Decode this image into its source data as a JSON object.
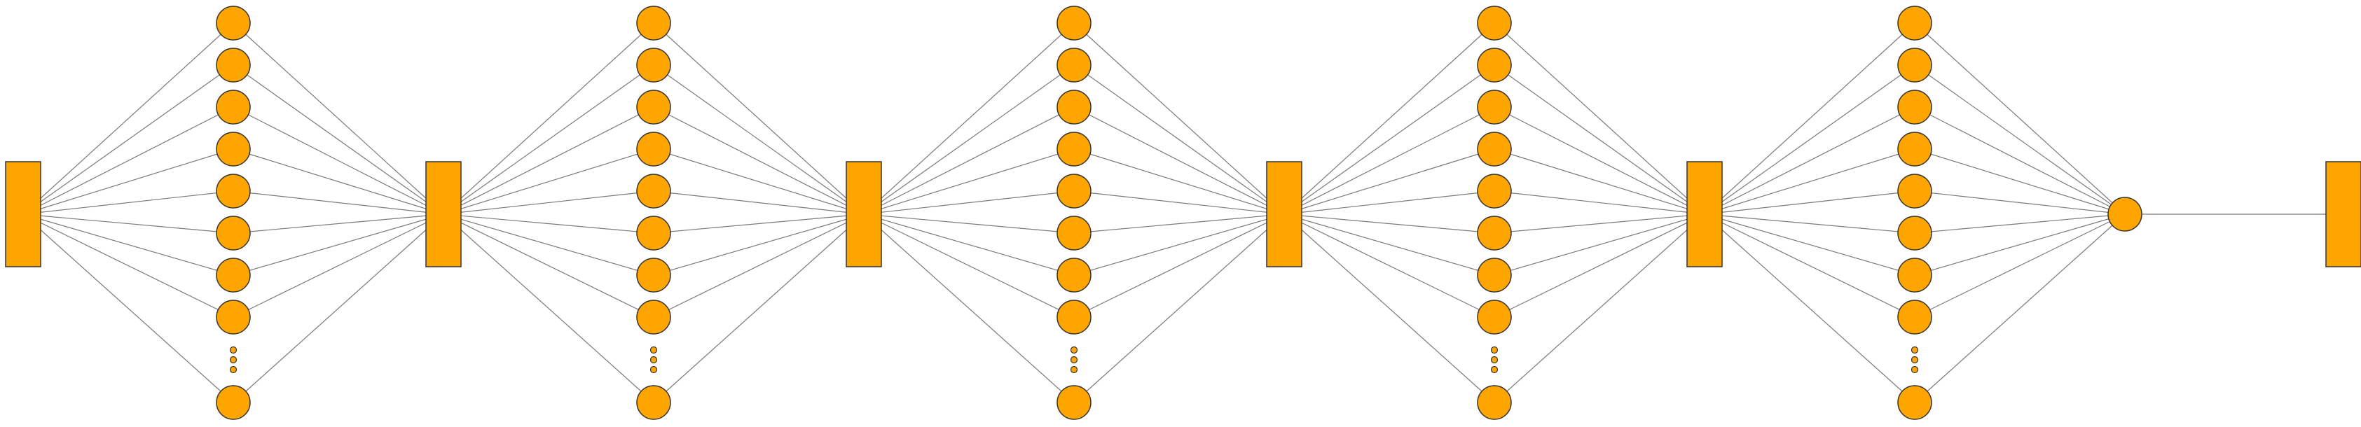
{
  "diagram": {
    "style": {
      "node_fill": "#FFA500",
      "node_stroke": "#333333",
      "edge_color": "#7a7a7a",
      "background": "#ffffff"
    },
    "layers": [
      {
        "kind": "block"
      },
      {
        "kind": "neurons",
        "visible_neurons": 8,
        "ellipsis": true,
        "trailing_neuron": true
      },
      {
        "kind": "block"
      },
      {
        "kind": "neurons",
        "visible_neurons": 8,
        "ellipsis": true,
        "trailing_neuron": true
      },
      {
        "kind": "block"
      },
      {
        "kind": "neurons",
        "visible_neurons": 8,
        "ellipsis": true,
        "trailing_neuron": true
      },
      {
        "kind": "block"
      },
      {
        "kind": "neurons",
        "visible_neurons": 8,
        "ellipsis": true,
        "trailing_neuron": true
      },
      {
        "kind": "block"
      },
      {
        "kind": "neurons",
        "visible_neurons": 8,
        "ellipsis": true,
        "trailing_neuron": true
      },
      {
        "kind": "single_neuron"
      },
      {
        "kind": "block"
      }
    ]
  }
}
